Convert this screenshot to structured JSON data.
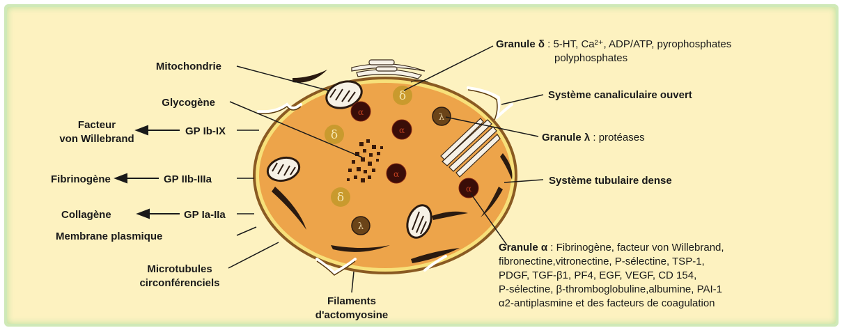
{
  "labels": {
    "mitochondrie": "Mitochondrie",
    "glycogene": "Glycogène",
    "facteur_1": "Facteur",
    "facteur_2": "von Willebrand",
    "fibrinogene": "Fibrinogène",
    "collagene": "Collagène",
    "gp_ib_ix": "GP Ib-IX",
    "gp_iib_iiia": "GP IIb-IIIa",
    "gp_ia_iia": "GP Ia-IIa",
    "membrane": "Membrane plasmique",
    "microtubules_1": "Microtubules",
    "microtubules_2": "circonférenciels",
    "filaments_1": "Filaments",
    "filaments_2": "d'actomyosine",
    "granule_delta_title": "Granule δ",
    "granule_delta_text": " : 5-HT, Ca²⁺, ADP/ATP, pyrophosphates",
    "granule_delta_line2": "polyphosphates",
    "systeme_canaliculaire": "Système canaliculaire ouvert",
    "granule_lambda_title": "Granule λ",
    "granule_lambda_text": " : protéases",
    "systeme_tubulaire": "Système tubulaire dense",
    "granule_alpha_title": "Granule α",
    "granule_alpha_line1": " :  Fibrinogène, facteur von Willebrand,",
    "granule_alpha_line2": "fibronectine,vitronectine, P-sélectine, TSP-1,",
    "granule_alpha_line3": "PDGF, TGF-β1, PF4, EGF, VEGF, CD 154,",
    "granule_alpha_line4": "P-sélectine, β-thromboglobuline,albumine, PAI-1",
    "granule_alpha_line5": "α2-antiplasmine et des facteurs de coagulation"
  },
  "symbols": {
    "delta": "δ",
    "alpha": "α",
    "lambda": "λ"
  },
  "colors": {
    "background": "#fdf2c0",
    "frame_border": "#cfe9b8",
    "cytoplasm": "#eda44a",
    "membrane_outer": "#8a5a22",
    "membrane_inner": "#f7e07a",
    "granule_delta": "#c99a2e",
    "granule_alpha": "#3a0d08",
    "granule_lambda": "#6b4418",
    "text": "#1a1a1a"
  }
}
